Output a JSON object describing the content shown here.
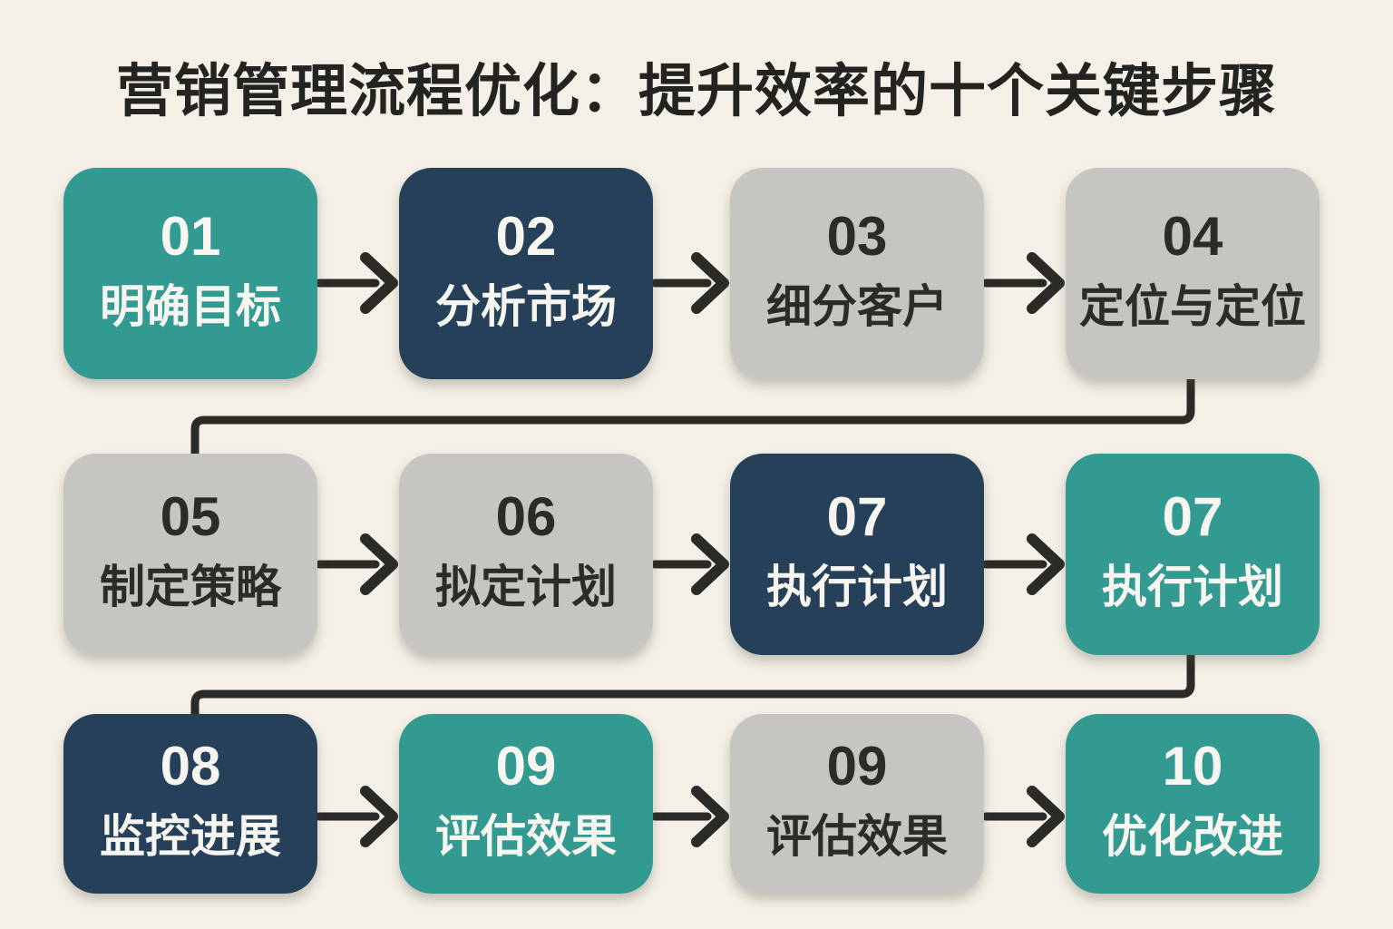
{
  "title": "营销管理流程优化：提升效率的十个关键步骤",
  "colors": {
    "background": "#f4f0e7",
    "teal": "#339a91",
    "navy": "#254058",
    "gray": "#c6c5c1",
    "arrow": "#2a2a26",
    "title_text": "#23231f",
    "text_light": "#f7f5ef",
    "text_dark": "#2b2b28"
  },
  "steps": [
    {
      "number": "01",
      "label": "明确目标",
      "variant": "teal"
    },
    {
      "number": "02",
      "label": "分析市场",
      "variant": "navy"
    },
    {
      "number": "03",
      "label": "细分客户",
      "variant": "gray"
    },
    {
      "number": "04",
      "label": "定位与定位",
      "variant": "gray"
    },
    {
      "number": "05",
      "label": "制定策略",
      "variant": "gray"
    },
    {
      "number": "06",
      "label": "拟定计划",
      "variant": "gray"
    },
    {
      "number": "07",
      "label": "执行计划",
      "variant": "navy"
    },
    {
      "number": "07",
      "label": "执行计划",
      "variant": "teal"
    },
    {
      "number": "08",
      "label": "监控进展",
      "variant": "navy"
    },
    {
      "number": "09",
      "label": "评估效果",
      "variant": "teal"
    },
    {
      "number": "09",
      "label": "评估效果",
      "variant": "gray"
    },
    {
      "number": "10",
      "label": "优化改进",
      "variant": "teal"
    }
  ],
  "flow_connections": [
    [
      0,
      1
    ],
    [
      1,
      2
    ],
    [
      2,
      3
    ],
    [
      3,
      4
    ],
    [
      4,
      5
    ],
    [
      5,
      6
    ],
    [
      6,
      7
    ],
    [
      7,
      8
    ],
    [
      8,
      9
    ],
    [
      9,
      10
    ],
    [
      10,
      11
    ]
  ]
}
